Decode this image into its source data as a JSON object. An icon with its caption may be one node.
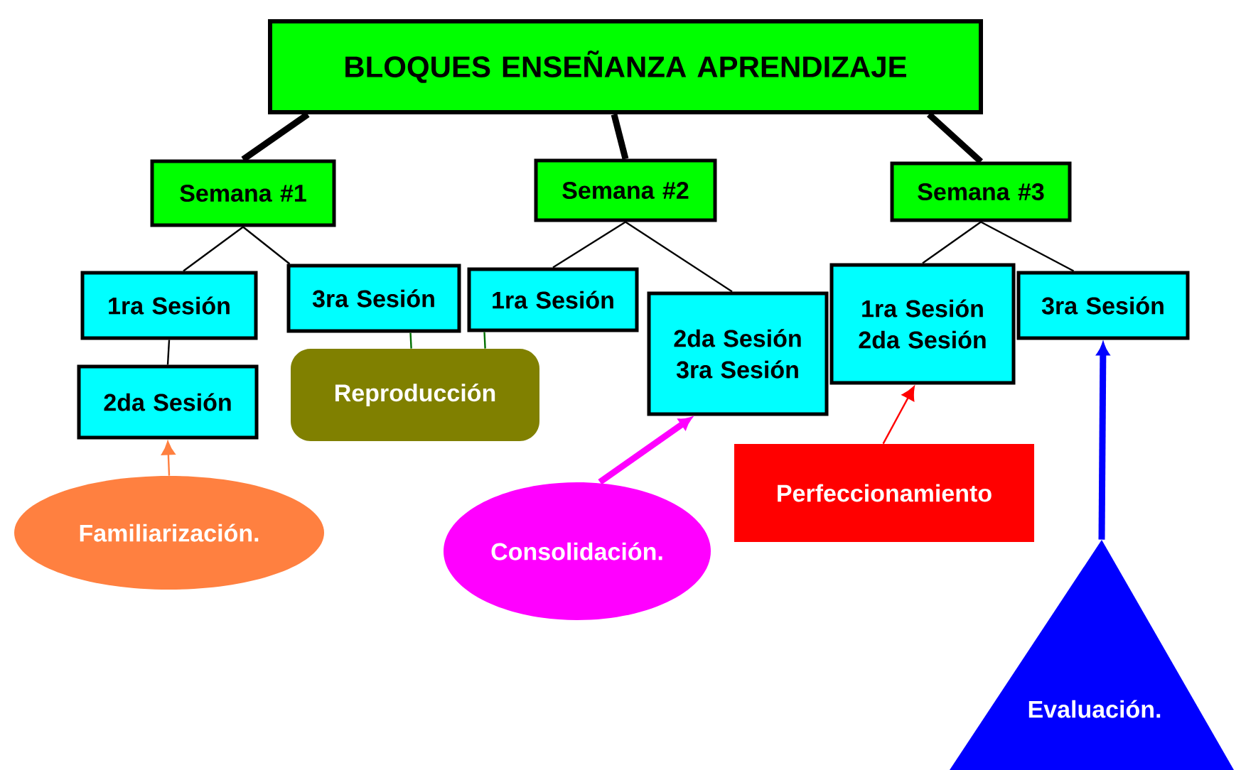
{
  "diagram": {
    "nodes": [
      {
        "text": [
          "BLOQUES ENSEÑANZA APRENDIZAJE"
        ]
      },
      {
        "text": [
          "Semana #1"
        ]
      },
      {
        "text": [
          "Semana #2"
        ]
      },
      {
        "text": [
          "Semana #3"
        ]
      },
      {
        "text": [
          "1ra Sesión"
        ]
      },
      {
        "text": [
          "3ra Sesión"
        ]
      },
      {
        "text": [
          "1ra Sesión"
        ]
      },
      {
        "text": [
          "2da Sesión 3ra Sesión"
        ]
      },
      {
        "text": [
          "1ra Sesión 2da Sesión"
        ]
      },
      {
        "text": [
          "3ra Sesión"
        ]
      },
      {
        "text": [
          "2da Sesión"
        ]
      },
      {
        "text": [
          "Reproducción"
        ]
      },
      {
        "text": [
          "Familiarización."
        ]
      },
      {
        "text": [
          "Consolidación."
        ]
      },
      {
        "text": [
          "Perfeccionamiento"
        ]
      },
      {
        "text": [
          "Evaluación."
        ]
      }
    ],
    "edges": [
      {
        "from": 0,
        "to": 1,
        "arrow": "none",
        "style": "thick"
      },
      {
        "from": 0,
        "to": 2,
        "arrow": "none",
        "style": "thick"
      },
      {
        "from": 0,
        "to": 3,
        "arrow": "none",
        "style": "thick"
      },
      {
        "from": 1,
        "to": 4,
        "arrow": "none"
      },
      {
        "from": 1,
        "to": 5,
        "arrow": "none"
      },
      {
        "from": 2,
        "to": 6,
        "arrow": "none"
      },
      {
        "from": 2,
        "to": 7,
        "arrow": "none"
      },
      {
        "from": 3,
        "to": 8,
        "arrow": "none"
      },
      {
        "from": 3,
        "to": 9,
        "arrow": "none"
      },
      {
        "from": 4,
        "to": 10,
        "arrow": "none"
      },
      {
        "from": 11,
        "to": 5,
        "arrow": "none",
        "color": "#007000"
      },
      {
        "from": 11,
        "to": 6,
        "arrow": "none",
        "color": "#007000"
      },
      {
        "from": 12,
        "to": 10,
        "arrow": "to",
        "color": "#ff8040"
      },
      {
        "from": 13,
        "to": 7,
        "arrow": "to",
        "style": "thick",
        "color": "#ff00ff"
      },
      {
        "from": 14,
        "to": 8,
        "arrow": "to",
        "color": "#ff0000"
      },
      {
        "from": 15,
        "to": 9,
        "arrow": "to",
        "style": "thick",
        "color": "#0000ff"
      }
    ]
  }
}
